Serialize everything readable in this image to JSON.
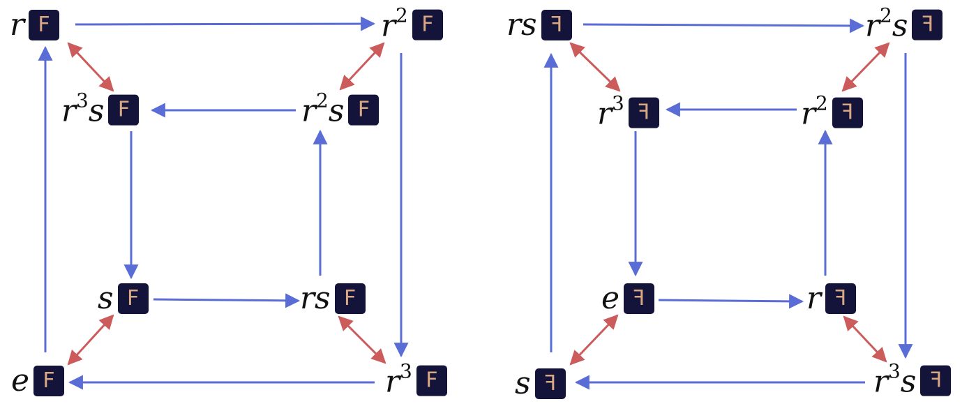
{
  "colors": {
    "blue_arrow": "#5a6cd6",
    "red_arrow": "#cc5c5c",
    "tile_bg": "#14143a",
    "tile_fg": "#d9a882"
  },
  "tile_letter": "F",
  "left": {
    "nodes": {
      "r": {
        "base": "r",
        "sup": "",
        "tail": ""
      },
      "r2": {
        "base": "r",
        "sup": "2",
        "tail": ""
      },
      "r3s": {
        "base": "r",
        "sup": "3",
        "tail": "s"
      },
      "r2s": {
        "base": "r",
        "sup": "2",
        "tail": "s"
      },
      "s": {
        "base": "s",
        "sup": "",
        "tail": ""
      },
      "rs": {
        "base": "rs",
        "sup": "",
        "tail": ""
      },
      "e": {
        "base": "e",
        "sup": "",
        "tail": ""
      },
      "r3": {
        "base": "r",
        "sup": "3",
        "tail": ""
      }
    }
  },
  "right": {
    "nodes": {
      "rs": {
        "base": "rs",
        "sup": "",
        "tail": ""
      },
      "r2s": {
        "base": "r",
        "sup": "2",
        "tail": "s"
      },
      "r3": {
        "base": "r",
        "sup": "3",
        "tail": ""
      },
      "r2": {
        "base": "r",
        "sup": "2",
        "tail": ""
      },
      "e": {
        "base": "e",
        "sup": "",
        "tail": ""
      },
      "r": {
        "base": "r",
        "sup": "",
        "tail": ""
      },
      "s": {
        "base": "s",
        "sup": "",
        "tail": ""
      },
      "r3s": {
        "base": "r",
        "sup": "3",
        "tail": "s"
      }
    }
  }
}
